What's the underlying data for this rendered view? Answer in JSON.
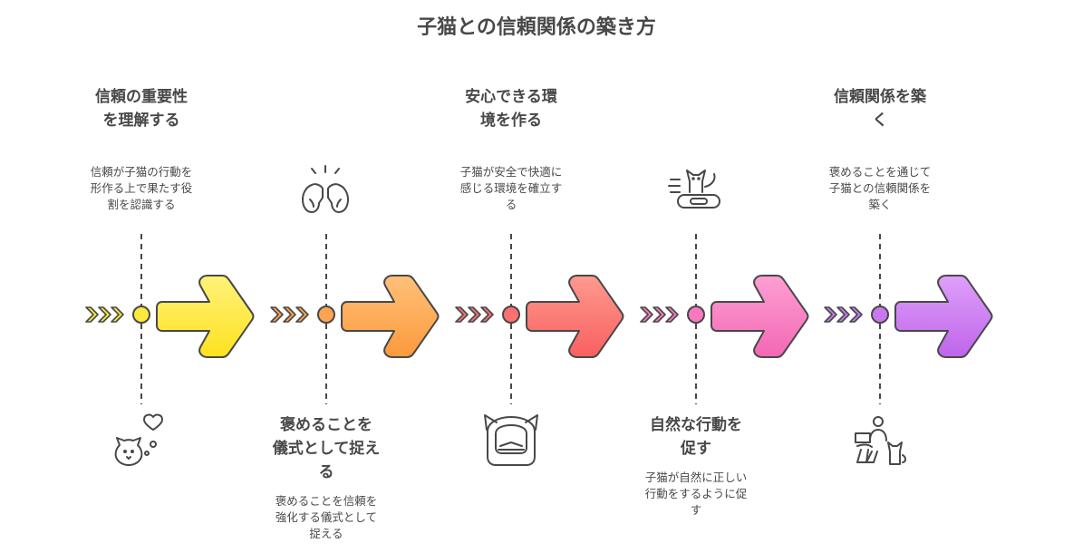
{
  "title": "子猫との信頼関係の築き方",
  "steps": [
    {
      "heading": [
        "信頼の重要性",
        "を理解する"
      ],
      "desc": [
        "信頼が子猫の行動を",
        "形作る上で果たす役",
        "割を認識する"
      ],
      "position": "top",
      "icon": "cat-heart-icon",
      "color": "#fde93a"
    },
    {
      "heading": [
        "褒めることを",
        "儀式として捉え",
        "る"
      ],
      "desc": [
        "褒めることを信頼を",
        "強化する儀式として",
        "捉える"
      ],
      "position": "bottom",
      "icon": "praying-hands-icon",
      "color": "#fda452"
    },
    {
      "heading": [
        "安心できる環",
        "境を作る"
      ],
      "desc": [
        "子猫が安全で快適に",
        "感じる環境を確立す",
        "る"
      ],
      "position": "top",
      "icon": "cat-carrier-icon",
      "color": "#fb7070"
    },
    {
      "heading": [
        "自然な行動を",
        "促す"
      ],
      "desc": [
        "子猫が自然に正しい",
        "行動をするように促",
        "す"
      ],
      "position": "bottom",
      "icon": "cat-scratcher-icon",
      "color": "#f879bf"
    },
    {
      "heading": [
        "信頼関係を築",
        "く"
      ],
      "desc": [
        "褒めることを通じて",
        "子猫との信頼関係を",
        "築く"
      ],
      "position": "top",
      "icon": "person-cat-icon",
      "color": "#c978ef"
    }
  ]
}
